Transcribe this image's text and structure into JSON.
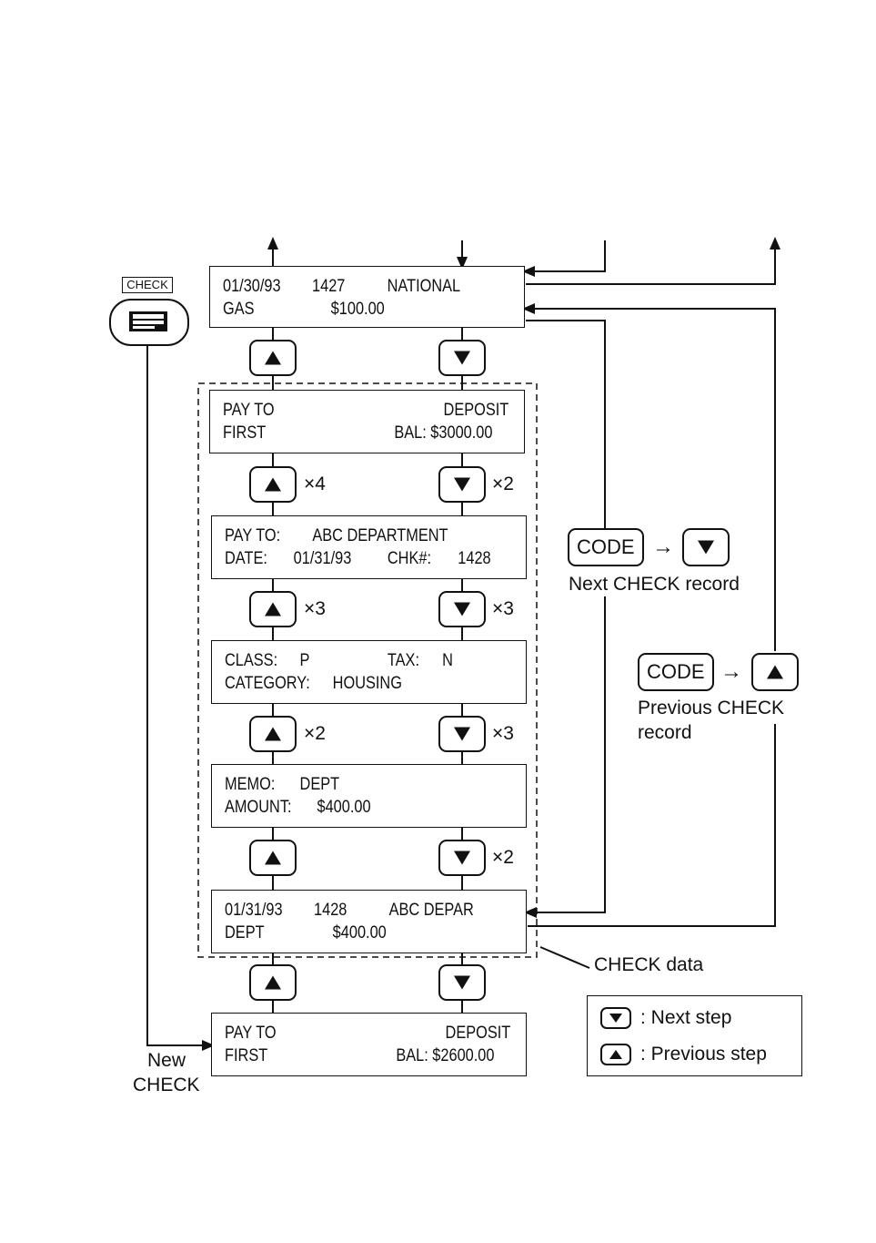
{
  "check_key_label": "CHECK",
  "screens": [
    {
      "row1": [
        "01/30/93",
        "1427",
        "NATIONAL"
      ],
      "row2": [
        "GAS",
        "$100.00"
      ]
    },
    {
      "row1": [
        "PAY TO",
        "DEPOSIT"
      ],
      "row2": [
        "FIRST",
        "BAL: $3000.00"
      ]
    },
    {
      "row1": [
        "PAY TO:",
        "ABC DEPARTMENT"
      ],
      "row2": [
        "DATE:",
        "01/31/93",
        "CHK#:",
        "1428"
      ]
    },
    {
      "row1": [
        "CLASS:",
        "P",
        "TAX:",
        "N"
      ],
      "row2": [
        "CATEGORY:",
        "HOUSING"
      ]
    },
    {
      "row1": [
        "MEMO:",
        "DEPT"
      ],
      "row2": [
        "AMOUNT:",
        "$400.00"
      ]
    },
    {
      "row1": [
        "01/31/93",
        "1428",
        "ABC DEPAR"
      ],
      "row2": [
        "DEPT",
        "$400.00"
      ]
    },
    {
      "row1": [
        "PAY TO",
        "DEPOSIT"
      ],
      "row2": [
        "FIRST",
        "BAL: $2600.00"
      ]
    }
  ],
  "multipliers": {
    "up_row2": "×4",
    "down_row2": "×2",
    "up_row3": "×3",
    "down_row3": "×3",
    "up_row4": "×2",
    "down_row4": "×3",
    "down_row5": "×2"
  },
  "code_next": {
    "key": "CODE",
    "arrow": "→",
    "label": "Next CHECK record"
  },
  "code_prev": {
    "key": "CODE",
    "arrow": "→",
    "label1": "Previous CHECK",
    "label2": "record"
  },
  "check_data_label": "CHECK data",
  "new_check_label": [
    "New",
    "CHECK"
  ],
  "legend": [
    {
      "icon": "down-key-icon",
      "text": ": Next step"
    },
    {
      "icon": "up-key-icon",
      "text": ": Previous step"
    }
  ]
}
